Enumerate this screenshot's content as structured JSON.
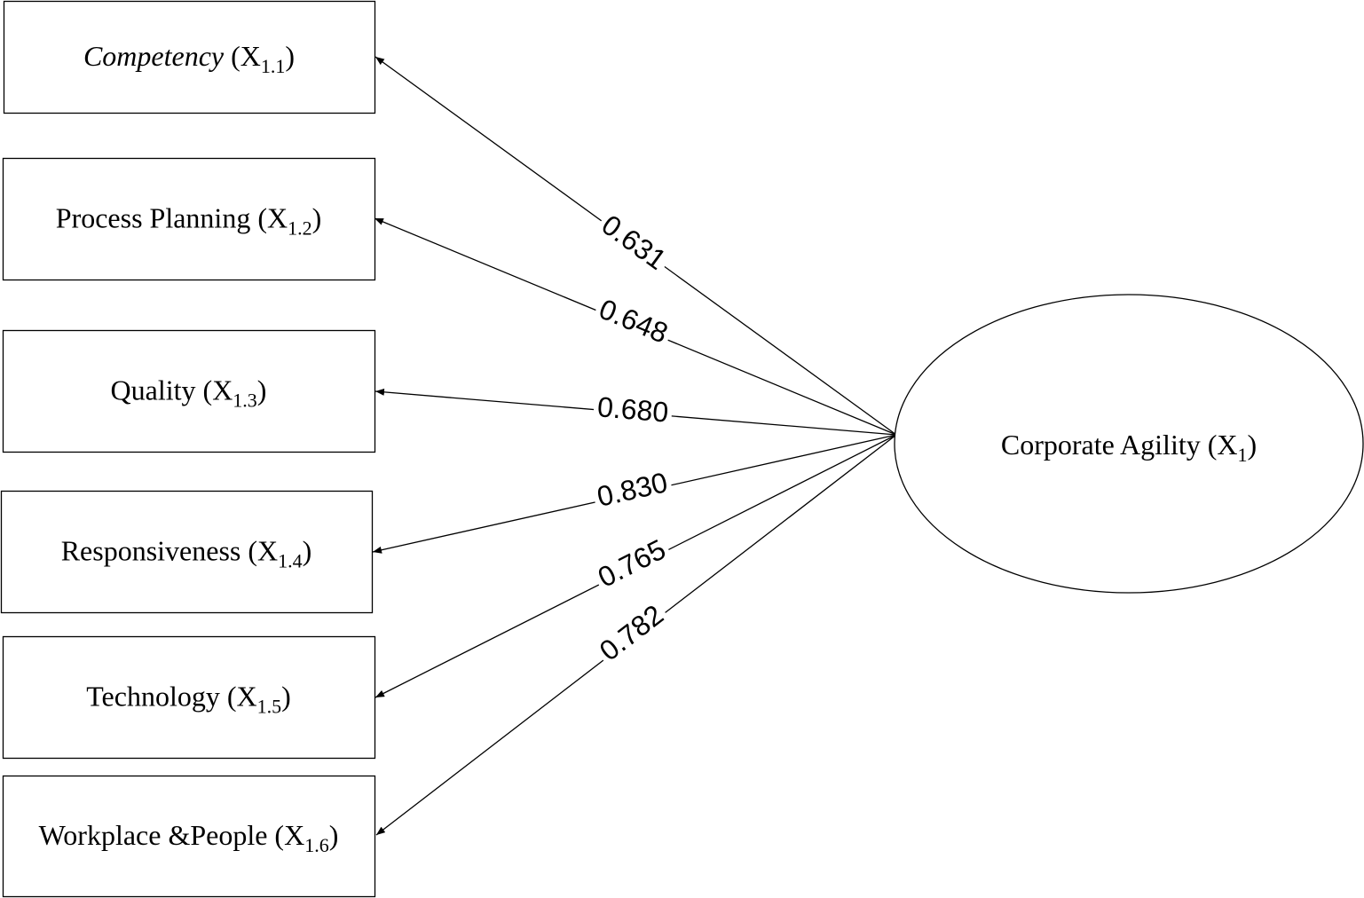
{
  "latent": {
    "name": "Corporate Agility",
    "code": "(X",
    "sub": "1",
    "close": ")"
  },
  "indicators": [
    {
      "name": "Competency",
      "italic": true,
      "code": "(X",
      "sub": "1.1",
      "close": ")",
      "loading": "0.631"
    },
    {
      "name": "Process Planning",
      "italic": false,
      "code": "(X",
      "sub": "1.2",
      "close": ")",
      "loading": "0.648"
    },
    {
      "name": "Quality",
      "italic": false,
      "code": "(X",
      "sub": "1.3",
      "close": ")",
      "loading": "0.680"
    },
    {
      "name": "Responsiveness",
      "italic": false,
      "code": "(X",
      "sub": "1.4",
      "close": ")",
      "loading": "0.830"
    },
    {
      "name": "Technology",
      "italic": false,
      "code": "(X",
      "sub": "1.5",
      "close": ")",
      "loading": "0.765"
    },
    {
      "name": "Workplace &People",
      "italic": false,
      "code": "(X",
      "sub": "1.6",
      "close": ")",
      "loading": "0.782"
    }
  ],
  "colors": {
    "stroke": "#000000",
    "background": "#ffffff"
  }
}
